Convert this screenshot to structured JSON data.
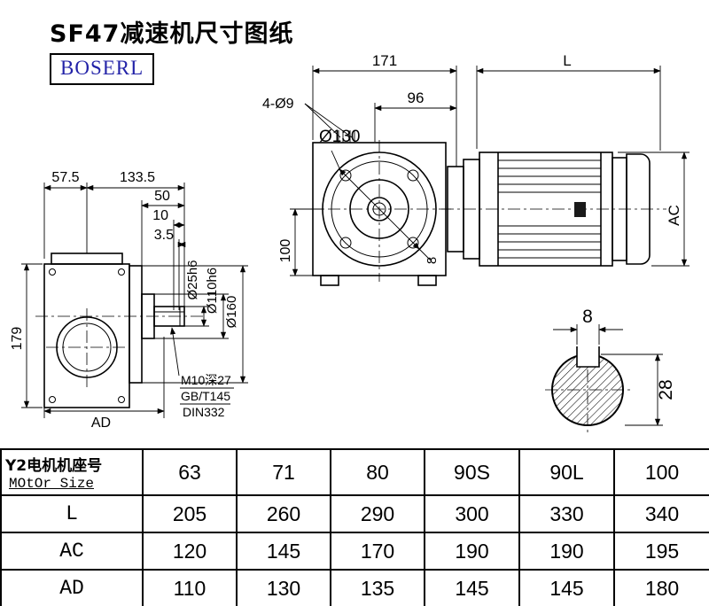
{
  "title": "SF47减速机尺寸图纸",
  "logo": "BOSERL",
  "drawing": {
    "front": {
      "dim_width": "171",
      "dim_flange": "96",
      "holes": "4-Ø9",
      "flange_dia": "Ø130",
      "dim_height": "100",
      "dim_key": "8"
    },
    "motor": {
      "dim_length": "L",
      "dim_ac": "AC"
    },
    "side": {
      "dim_a": "57.5",
      "dim_b": "133.5",
      "dim_c": "50",
      "dim_d": "10",
      "dim_e": "3.5",
      "dim_height": "179",
      "dim_ad": "AD",
      "shaft_dia": "Ø25h6",
      "hub_dia": "Ø110h6",
      "flange_od": "Ø160",
      "tap": "M10深27",
      "std_gb": "GB/T145",
      "std_din": "DIN332"
    },
    "section": {
      "key_width": "8",
      "shaft_dia": "28"
    }
  },
  "table": {
    "header_cn": "Y2电机机座号",
    "header_en": "MOtOr Size",
    "sizes": [
      "63",
      "71",
      "80",
      "90S",
      "90L",
      "100"
    ],
    "rows": [
      {
        "label": "L",
        "values": [
          "205",
          "260",
          "290",
          "300",
          "330",
          "340"
        ]
      },
      {
        "label": "AC",
        "values": [
          "120",
          "145",
          "170",
          "190",
          "190",
          "195"
        ]
      },
      {
        "label": "AD",
        "values": [
          "110",
          "130",
          "135",
          "145",
          "145",
          "180"
        ]
      }
    ]
  }
}
